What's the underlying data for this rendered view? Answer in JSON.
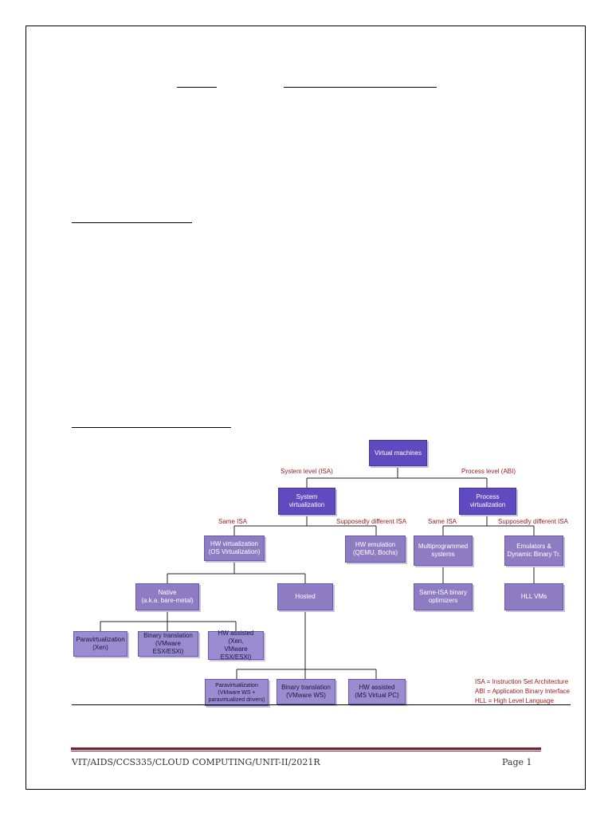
{
  "diagram": {
    "root": "Virtual machines",
    "edges_top": {
      "left": "System level (ISA)",
      "right": "Process level (ABI)"
    },
    "system_virt": "System\nvirtualization",
    "process_virt": "Process\nvirtualization",
    "edges_mid": {
      "same_isa_left": "Same ISA",
      "diff_isa_left": "Supposedly different ISA",
      "same_isa_right": "Same ISA",
      "diff_isa_right": "Supposedly different ISA"
    },
    "hw_virt": "HW virtualization\n(OS Virtualization)",
    "hw_emulation": "HW emulation\n(QEMU, Bochs)",
    "multiprog": "Multiprogrammed\nsystems",
    "emulators": "Emulators &\nDynamic Binary Tr.",
    "native": "Native\n(a.k.a. bare-metal)",
    "hosted": "Hosted",
    "same_isa_opt": "Same-ISA binary\noptimizers",
    "hll_vms": "HLL VMs",
    "native_children": [
      "Paravirtualization\n(Xen)",
      "Binary translation\n(VMware ESX/ESXi)",
      "HW assisted\n(Xen,\nVMware ESX/ESXi)"
    ],
    "hosted_children": [
      "Paravirtualization\n(VMware WS +\nparavirtualized drivers)",
      "Binary translation\n(VMware WS)",
      "HW assisted\n(MS Virtual PC)"
    ],
    "legend": [
      "ISA = Instruction Set Architecture",
      "ABI = Application Binary Interface",
      "HLL = High Level Language"
    ]
  },
  "footer": {
    "left": "VIT/AIDS/CCS335/CLOUD COMPUTING/UNIT-II/2021R",
    "right": "Page 1"
  }
}
